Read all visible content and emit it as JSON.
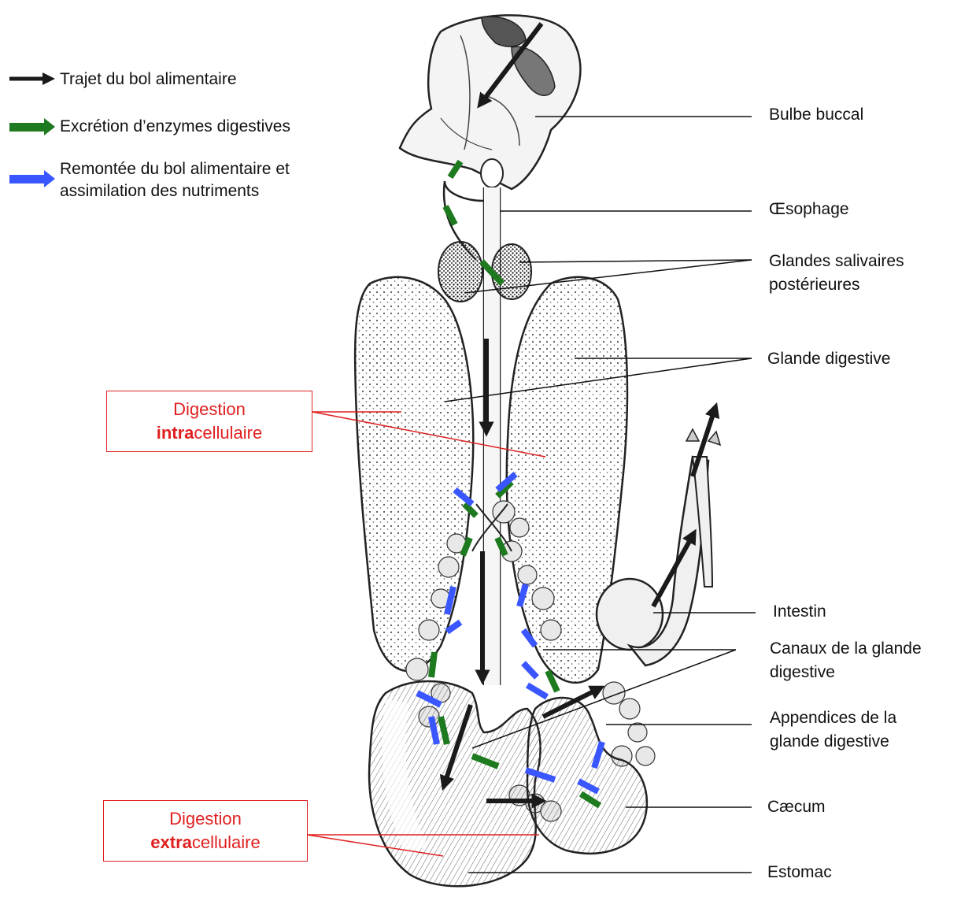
{
  "legend": {
    "path": {
      "label": "Trajet du bol alimentaire",
      "color": "#1a1a1a"
    },
    "enzymes": {
      "label": "Excrétion d’enzymes digestives",
      "color": "#1e7a1e"
    },
    "ascent": {
      "line1": "Remontée du bol alimentaire et",
      "line2": "assimilation des nutriments",
      "color": "#3a57ff"
    }
  },
  "labels": {
    "bulbe": "Bulbe buccal",
    "oesophage": "Œsophage",
    "glandes_sal_1": "Glandes salivaires",
    "glandes_sal_2": "postérieures",
    "glande_dig": "Glande digestive",
    "intestin": "Intestin",
    "canaux_1": "Canaux de la glande",
    "canaux_2": "digestive",
    "appendices_1": "Appendices de la",
    "appendices_2": "glande digestive",
    "caecum": "Cæcum",
    "estomac": "Estomac"
  },
  "boxes": {
    "intra": {
      "line1": "Digestion",
      "bold": "intra",
      "rest": "cellulaire"
    },
    "extra": {
      "line1": "Digestion",
      "bold": "extra",
      "rest": "cellulaire"
    }
  },
  "colors": {
    "red": "#e02020",
    "green": "#1e7a1e",
    "blue": "#3a57ff",
    "black": "#1a1a1a"
  }
}
